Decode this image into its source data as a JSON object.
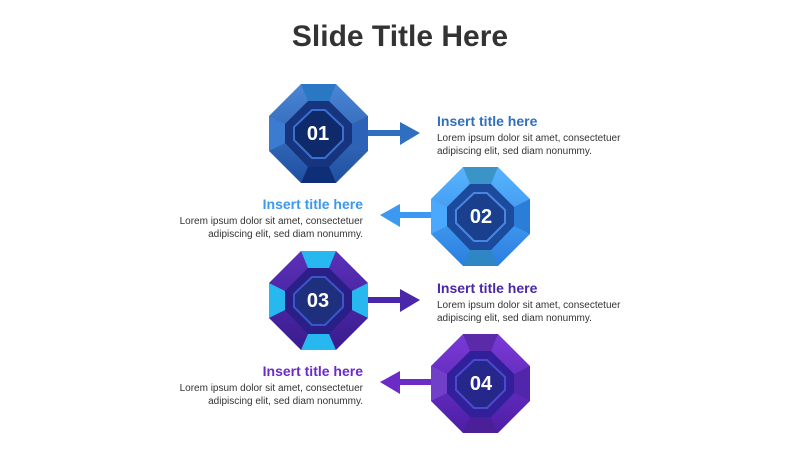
{
  "slide_title": "Slide Title Here",
  "steps": [
    {
      "number": "01",
      "heading": "Insert title here",
      "body_line1": "Lorem ipsum dolor sit amet, consectetuer",
      "body_line2": "adipiscing elit, sed diam nonummy.",
      "color": "#2f6fbf"
    },
    {
      "number": "02",
      "heading": "Insert title here",
      "body_line1": "Lorem ipsum dolor sit amet, consectetuer",
      "body_line2": "adipiscing elit, sed diam nonummy.",
      "color": "#3d98f0"
    },
    {
      "number": "03",
      "heading": "Insert title here",
      "body_line1": "Lorem ipsum dolor sit amet, consectetuer",
      "body_line2": "adipiscing elit, sed diam nonummy.",
      "color": "#4a26a8"
    },
    {
      "number": "04",
      "heading": "Insert title here",
      "body_line1": "Lorem ipsum dolor sit amet, consectetuer",
      "body_line2": "adipiscing elit, sed diam nonummy.",
      "color": "#6a2bc6"
    }
  ]
}
